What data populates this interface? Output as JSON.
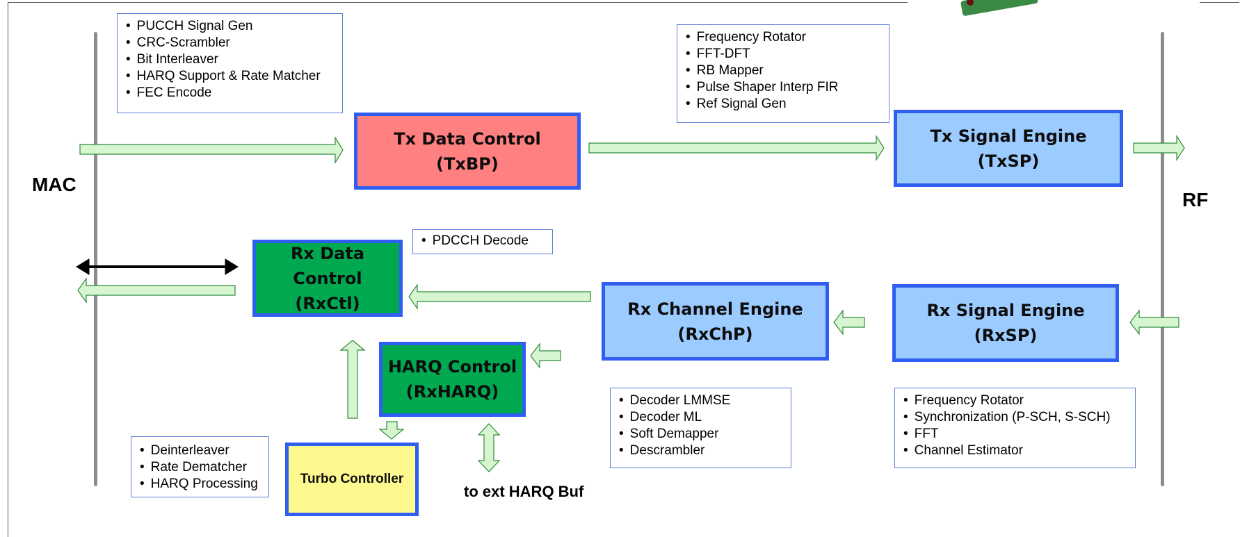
{
  "side_labels": {
    "mac": "MAC",
    "rf": "RF"
  },
  "blocks": {
    "tx_data_control": {
      "line1": "Tx Data Control",
      "line2": "(TxBP)",
      "color": "#ff8080"
    },
    "tx_signal_engine": {
      "line1": "Tx Signal Engine",
      "line2": "(TxSP)",
      "color": "#9ccbff"
    },
    "rx_data_control": {
      "line1": "Rx Data Control",
      "line2": "(RxCtl)",
      "color": "#00a84f"
    },
    "rx_channel_engine": {
      "line1": "Rx Channel Engine",
      "line2": "(RxChP)",
      "color": "#9ccbff"
    },
    "rx_signal_engine": {
      "line1": "Rx Signal Engine",
      "line2": "(RxSP)",
      "color": "#9ccbff"
    },
    "harq_control": {
      "line1": "HARQ Control",
      "line2": "(RxHARQ)",
      "color": "#00a84f"
    },
    "turbo_controller": {
      "line1": "Turbo Controller",
      "color": "#fdf98f"
    }
  },
  "notes": {
    "txbp": [
      "PUCCH Signal Gen",
      "CRC-Scrambler",
      "Bit Interleaver",
      "HARQ Support & Rate Matcher",
      "FEC Encode"
    ],
    "txsp": [
      "Frequency Rotator",
      "FFT-DFT",
      "RB Mapper",
      "Pulse Shaper Interp FIR",
      "Ref Signal Gen"
    ],
    "rxctl": [
      "PDCCH Decode"
    ],
    "rxchp": [
      "Decoder LMMSE",
      "Decoder ML",
      "Soft Demapper",
      "Descrambler"
    ],
    "rxsp": [
      "Frequency Rotator",
      "Synchronization (P-SCH, S-SCH)",
      "FFT",
      "Channel Estimator"
    ],
    "turbo": [
      "Deinterleaver",
      "Rate Dematcher",
      "HARQ Processing"
    ]
  },
  "ext_label": "to ext HARQ Buf",
  "colors": {
    "arrow_fill": "#d6f5d0",
    "arrow_stroke": "#2e8b3a",
    "block_border": "#2f5ef0",
    "rail": "#8c8c8c"
  }
}
